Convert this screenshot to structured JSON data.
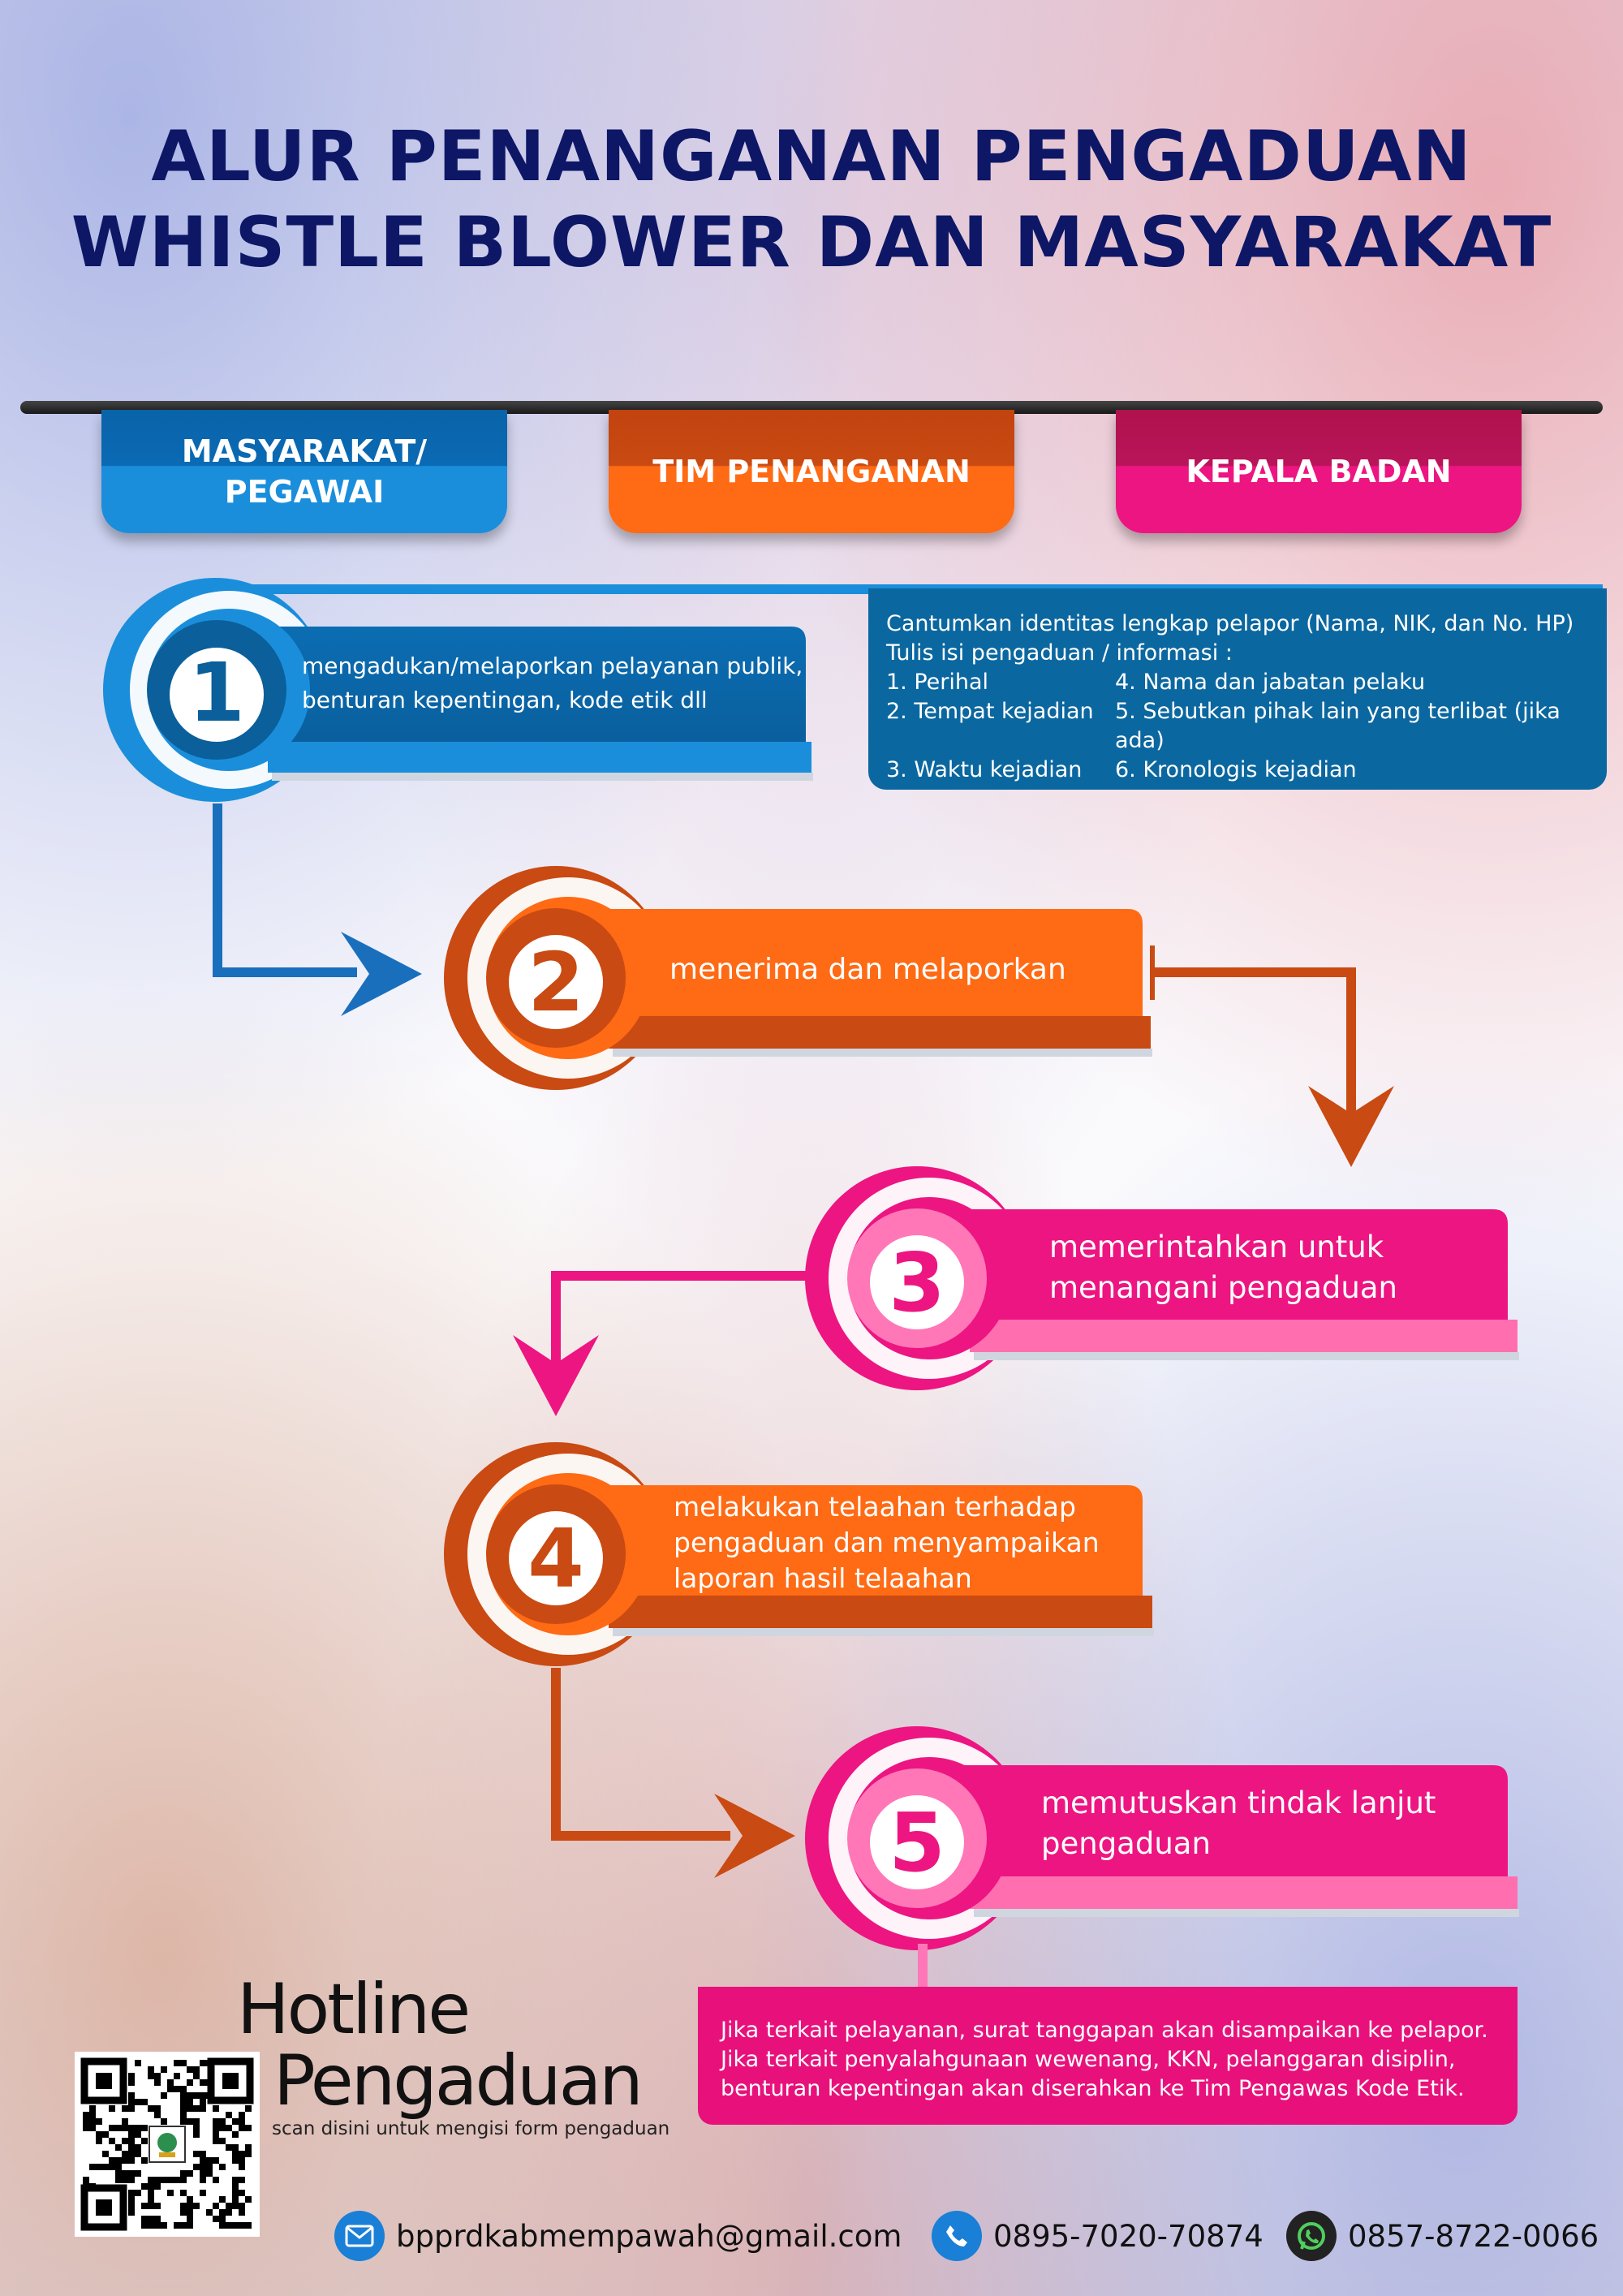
{
  "title": {
    "line1": "ALUR PENANGANAN PENGADUAN",
    "line2": "WHISTLE BLOWER DAN MASYARAKAT"
  },
  "columns": {
    "col1_line1": "MASYARAKAT/",
    "col1_line2": "PEGAWAI",
    "col2": "TIM PENANGANAN",
    "col3": "KEPALA BADAN"
  },
  "steps": [
    {
      "number": "1",
      "text": "mengadukan/melaporkan pelayanan publik, benturan kepentingan, kode etik dll"
    },
    {
      "number": "2",
      "text": "menerima dan melaporkan"
    },
    {
      "number": "3",
      "text": "memerintahkan untuk menangani pengaduan"
    },
    {
      "number": "4",
      "text": "melakukan telaahan terhadap pengaduan dan menyampaikan laporan hasil telaahan"
    },
    {
      "number": "5",
      "text": "memutuskan tindak lanjut pengaduan"
    }
  ],
  "info": {
    "line1": "Cantumkan identitas lengkap pelapor (Nama, NIK, dan No. HP)",
    "line2": "Tulis isi pengaduan / informasi :",
    "items": [
      "1. Perihal",
      "4. Nama dan jabatan pelaku",
      "2. Tempat kejadian",
      "5. Sebutkan pihak lain yang terlibat (jika ada)",
      "3. Waktu kejadian",
      "6. Kronologis kejadian"
    ]
  },
  "note": {
    "line1": "Jika terkait pelayanan, surat tanggapan akan disampaikan ke pelapor.",
    "line2": "Jika terkait penyalahgunaan wewenang, KKN, pelanggaran disiplin,",
    "line3": "benturan kepentingan akan diserahkan ke Tim Pengawas Kode Etik."
  },
  "hotline": {
    "word1": "Hotline",
    "word2": "Pengaduan",
    "subtitle": "scan disini untuk mengisi form pengaduan"
  },
  "contacts": {
    "email": "bpprdkabmempawah@gmail.com",
    "phone": "0895-7020-70874",
    "whatsapp": "0857-8722-0066"
  },
  "colors": {
    "blue": "#1a8edb",
    "blue_dark": "#0b67a0",
    "orange": "#ff6a14",
    "orange_dark": "#c2430f",
    "pink": "#ed1581",
    "pink_dark": "#b0124d",
    "title_navy": "#0d1766"
  },
  "icons": {
    "email": "envelope-icon",
    "phone": "phone-icon",
    "whatsapp": "whatsapp-icon"
  }
}
